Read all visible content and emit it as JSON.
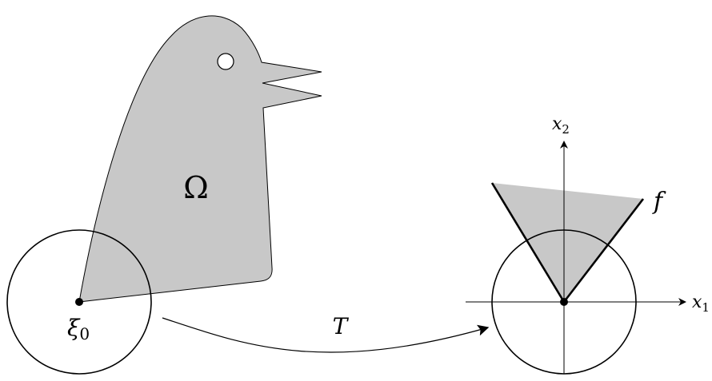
{
  "diagram": {
    "colors": {
      "region_fill": "#c8c8c8",
      "stroke": "#000000",
      "background": "#ffffff"
    },
    "labels": {
      "domain": "Ω",
      "boundary_point_base": "ξ",
      "boundary_point_sub": "0",
      "map": "T",
      "function": "f",
      "axis_x_base": "x",
      "axis_x_sub": "1",
      "axis_y_base": "x",
      "axis_y_sub": "2"
    }
  }
}
